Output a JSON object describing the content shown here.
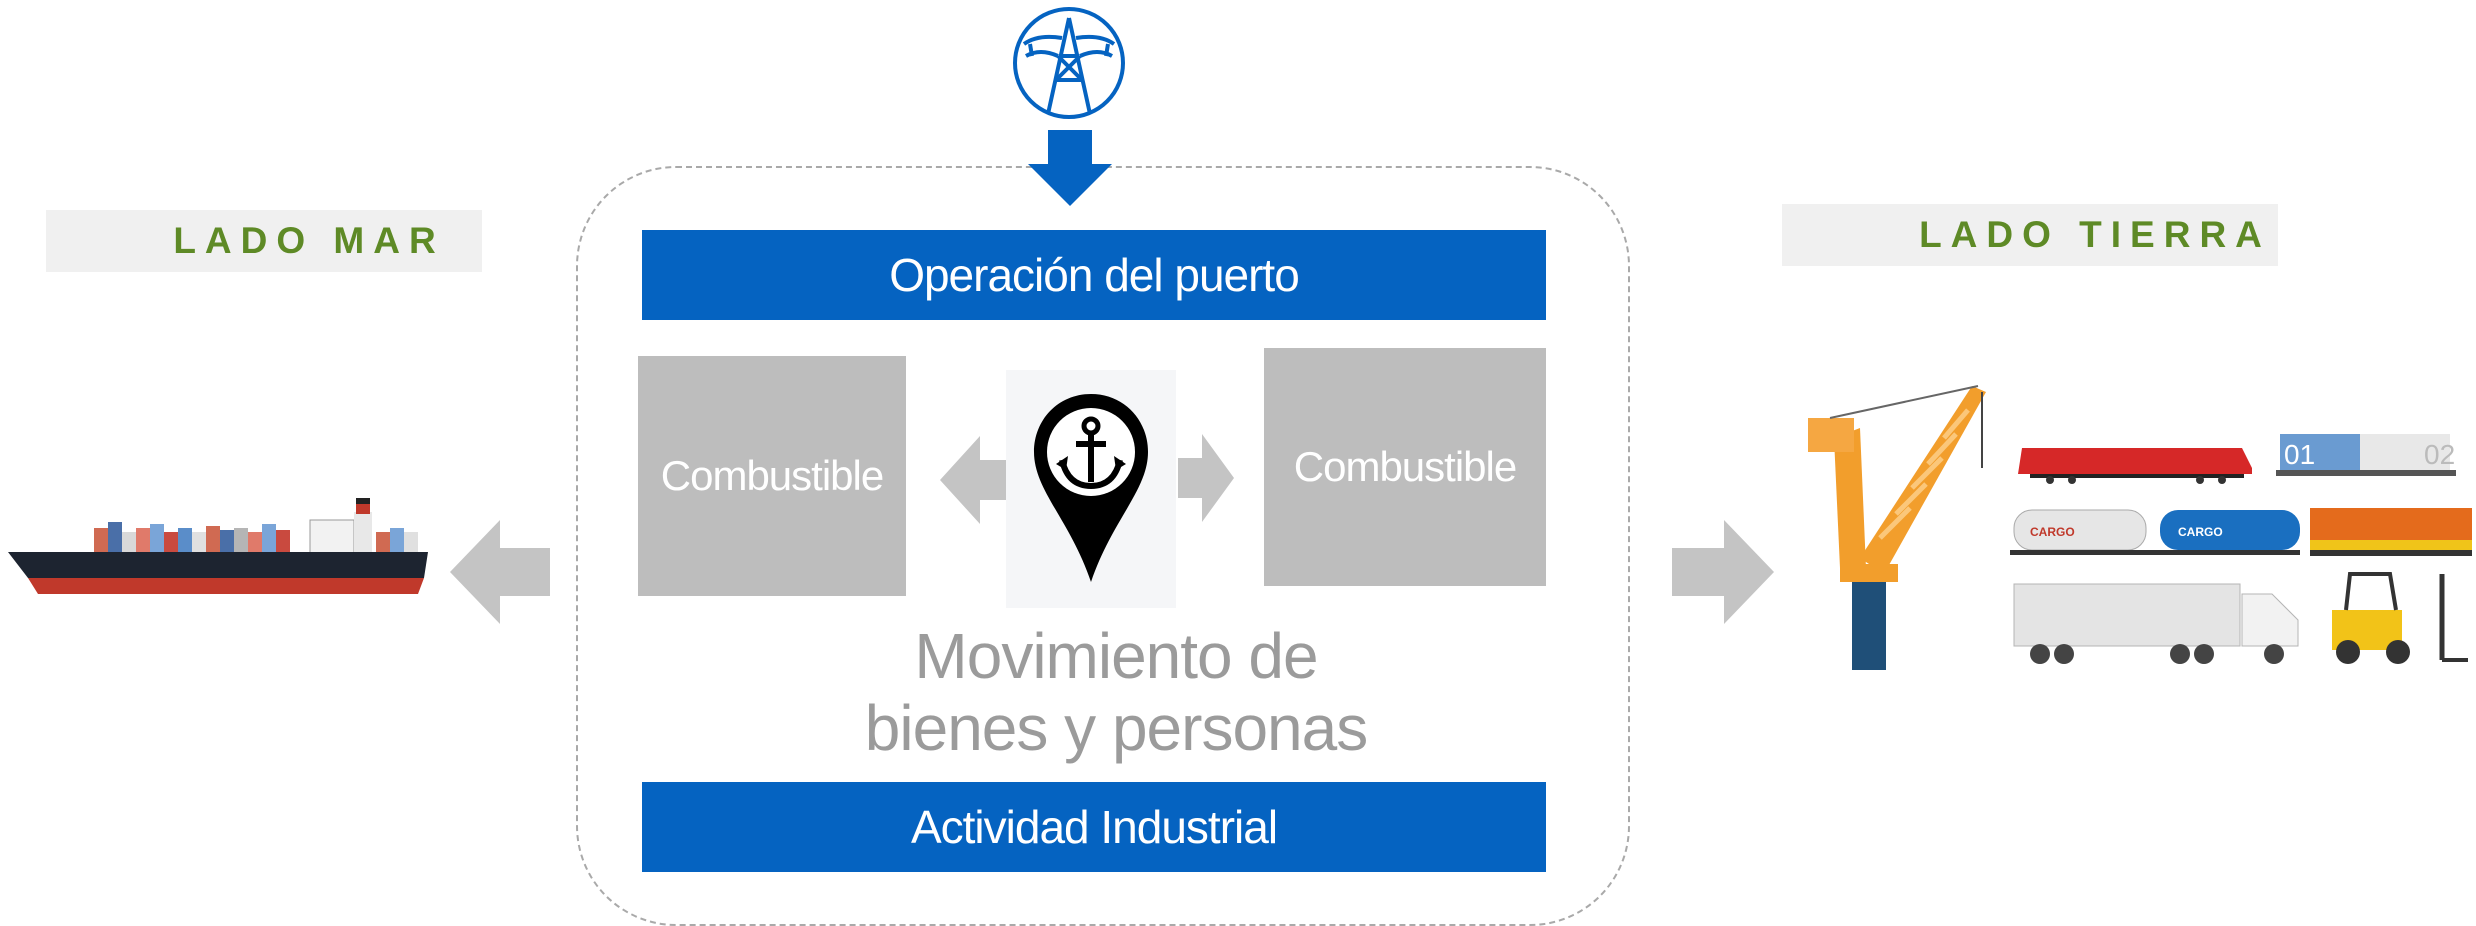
{
  "labels": {
    "left_side": "LADO MAR",
    "right_side": "LADO TIERRA"
  },
  "center": {
    "top_bar": "Operación del puerto",
    "left_box": "Combustible",
    "right_box": "Combustible",
    "movement_line1": "Movimiento de",
    "movement_line2": "bienes y personas",
    "bottom_bar": "Actividad Industrial"
  },
  "vehicles": {
    "train_text_left": "01",
    "train_text_right": "02",
    "tank_label_1": "CARGO",
    "tank_label_2": "CARGO"
  },
  "colors": {
    "blue": "#0563c1",
    "gray": "#bdbdbd",
    "label_green": "#5e8a26",
    "label_bg": "#f0f0f0",
    "arrow_gray": "#c4c4c4"
  },
  "icons": {
    "power_tower": "power-tower-icon",
    "anchor_pin": "anchor-location-pin-icon",
    "ship": "container-ship-icon",
    "crane": "port-crane-icon"
  }
}
